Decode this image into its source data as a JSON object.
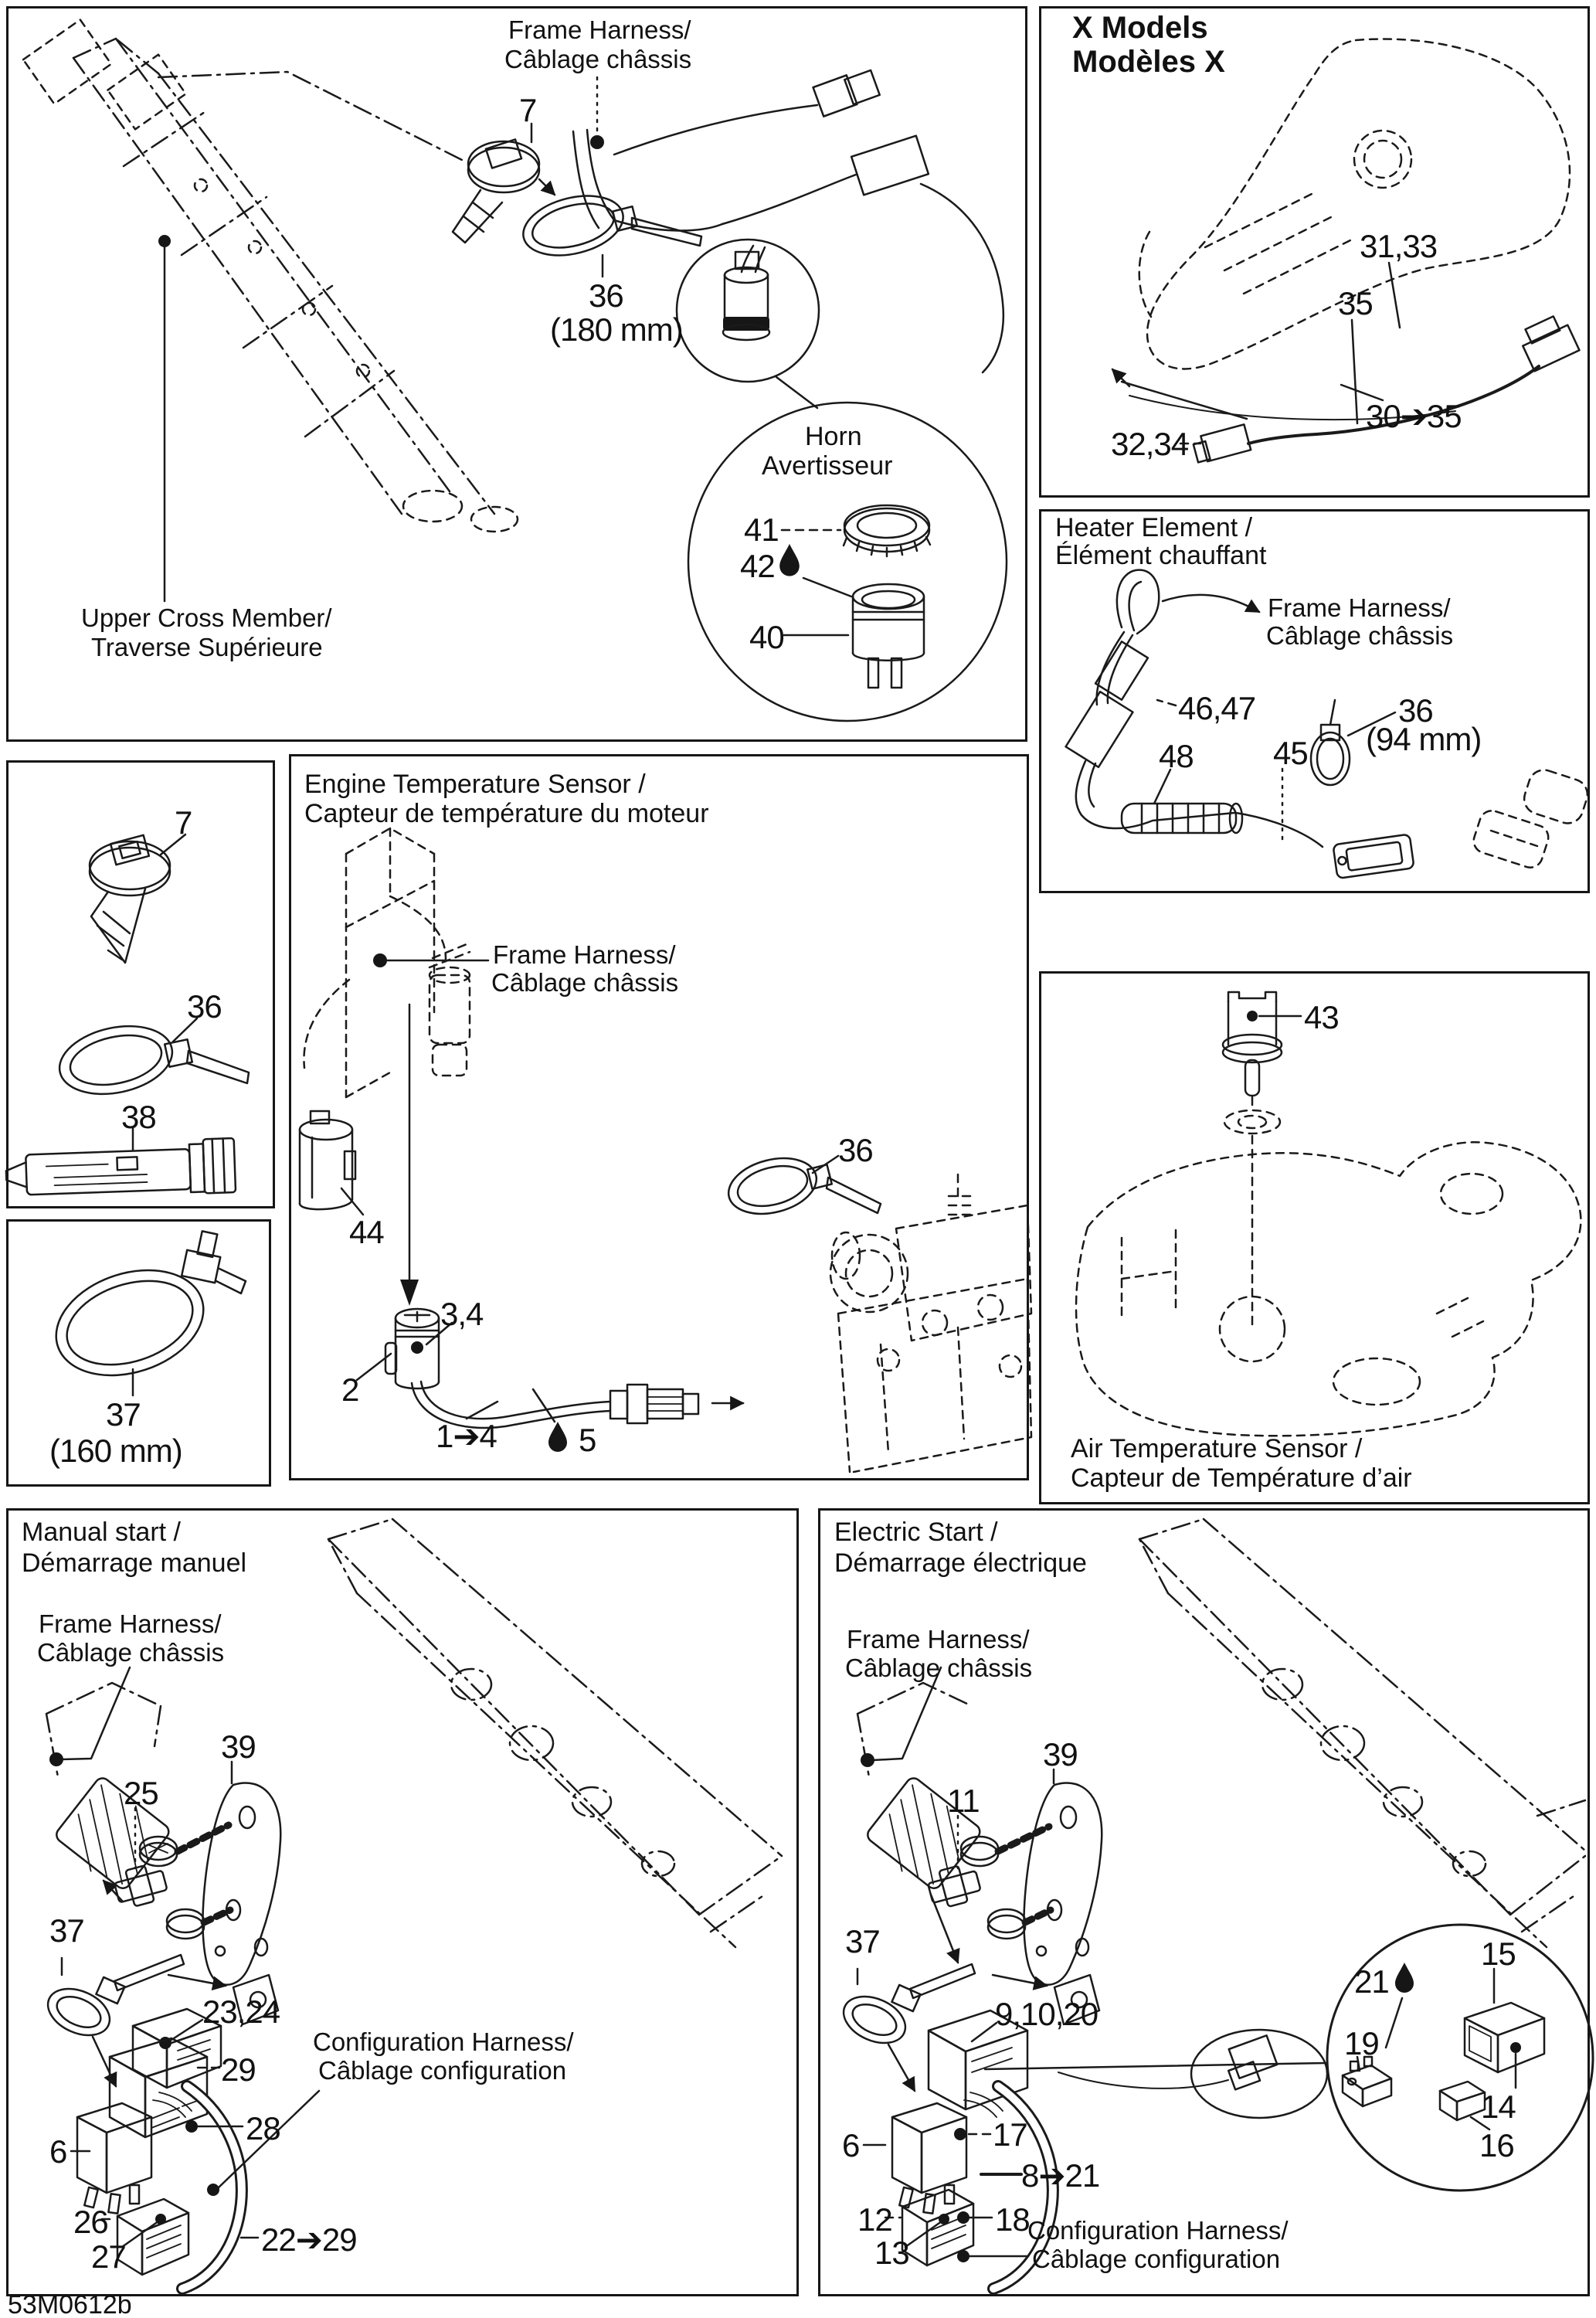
{
  "doc_code": "53M0612b",
  "upper_left": {
    "frame_en": "Frame Harness/",
    "frame_fr": "Câblage châssis",
    "p7": "7",
    "p36": "36",
    "p36_len": "(180 mm)",
    "horn_en": "Horn",
    "horn_fr": "Avertisseur",
    "p41": "41",
    "p42": "42",
    "p40": "40",
    "cross_en": "Upper Cross Member/",
    "cross_fr": "Traverse Supérieure"
  },
  "x_models": {
    "title_en": "X Models",
    "title_fr": "Modèles X",
    "p31_33": "31,33",
    "p35": "35",
    "p30_35": "30➔35",
    "p32_34": "32,34"
  },
  "heater": {
    "title_en": "Heater Element /",
    "title_fr": "Élément chauffant",
    "frame_en": "Frame Harness/",
    "frame_fr": "Câblage châssis",
    "p46_47": "46,47",
    "p48": "48",
    "p45": "45",
    "p36": "36",
    "p36_len": "(94 mm)"
  },
  "fasteners": {
    "p7": "7",
    "p36": "36",
    "p38": "38"
  },
  "engine": {
    "title_en": "Engine Temperature Sensor /",
    "title_fr": "Capteur de température du moteur",
    "frame_en": "Frame Harness/",
    "frame_fr": "Câblage châssis",
    "p44": "44",
    "p36": "36",
    "p3_4": "3,4",
    "p2": "2",
    "p1_4": "1➔4",
    "p5": "5"
  },
  "clamp": {
    "p37": "37",
    "p37_len": "(160 mm)"
  },
  "air": {
    "p43": "43",
    "title_en": "Air Temperature Sensor /",
    "title_fr": "Capteur de Température d’air"
  },
  "manual": {
    "title_en": "Manual start /",
    "title_fr": "Démarrage manuel",
    "frame_en": "Frame Harness/",
    "frame_fr": "Câblage châssis",
    "p39": "39",
    "p25": "25",
    "p37": "37",
    "p23_24": "23,24",
    "p29": "29",
    "p28": "28",
    "p6": "6",
    "p26": "26",
    "p27": "27",
    "p22_29": "22➔29",
    "config_en": "Configuration Harness/",
    "config_fr": "Câblage configuration"
  },
  "electric": {
    "title_en": "Electric Start /",
    "title_fr": "Démarrage électrique",
    "frame_en": "Frame Harness/",
    "frame_fr": "Câblage châssis",
    "p11": "11",
    "p39": "39",
    "p37": "37",
    "p9_10_20": "9,10,20",
    "p6": "6",
    "p17": "17",
    "p8_21": "8➔21",
    "p12": "12",
    "p13": "13",
    "p18": "18",
    "config_en": "Configuration Harness/",
    "config_fr": "Câblage configuration",
    "p21": "21",
    "p15": "15",
    "p19": "19",
    "p14": "14",
    "p16": "16"
  }
}
